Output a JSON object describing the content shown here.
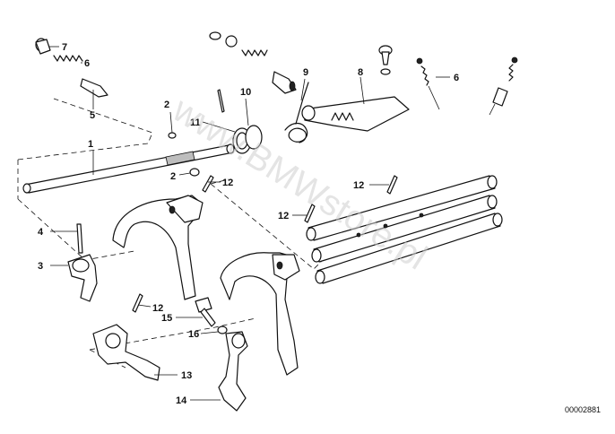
{
  "watermark": "www.BMWstore.pl",
  "part_number": "00002881",
  "callouts": {
    "c1": "1",
    "c2a": "2",
    "c2b": "2",
    "c3": "3",
    "c4": "4",
    "c5": "5",
    "c6a": "6",
    "c6b": "6",
    "c7": "7",
    "c8": "8",
    "c9": "9",
    "c10": "10",
    "c11": "11",
    "c12a": "12",
    "c12b": "12",
    "c12c": "12",
    "c12d": "12",
    "c13": "13",
    "c14": "14",
    "c15": "15",
    "c16": "16"
  }
}
